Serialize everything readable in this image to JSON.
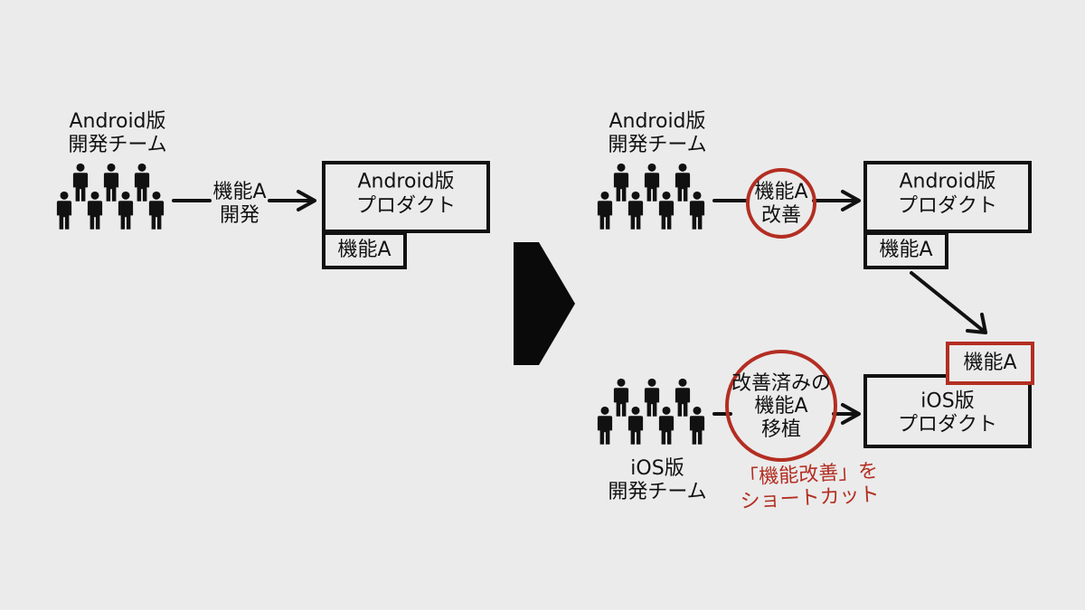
{
  "before": {
    "team_label": [
      "Android版",
      "開発チーム"
    ],
    "action_label": [
      "機能A",
      "開発"
    ],
    "product_label": [
      "Android版",
      "プロダクト"
    ],
    "feature_label": "機能A"
  },
  "after": {
    "android_team_label": [
      "Android版",
      "開発チーム"
    ],
    "android_action_label": [
      "機能A",
      "改善"
    ],
    "android_product_label": [
      "Android版",
      "プロダクト"
    ],
    "android_feature_label": "機能A",
    "ios_feature_label": "機能A",
    "ios_team_label": [
      "iOS版",
      "開発チーム"
    ],
    "ios_action_label": [
      "改善済みの",
      "機能A",
      "移植"
    ],
    "ios_product_label": [
      "iOS版",
      "プロダクト"
    ],
    "shortcut_note": [
      "「機能改善」を",
      "ショートカット"
    ]
  },
  "colors": {
    "ink": "#111111",
    "accent_red": "#b32e22",
    "background": "#ebebeb"
  },
  "icons": {
    "team": "people-group-icon",
    "flow": "arrow-right-icon",
    "transition": "big-arrow-icon"
  }
}
